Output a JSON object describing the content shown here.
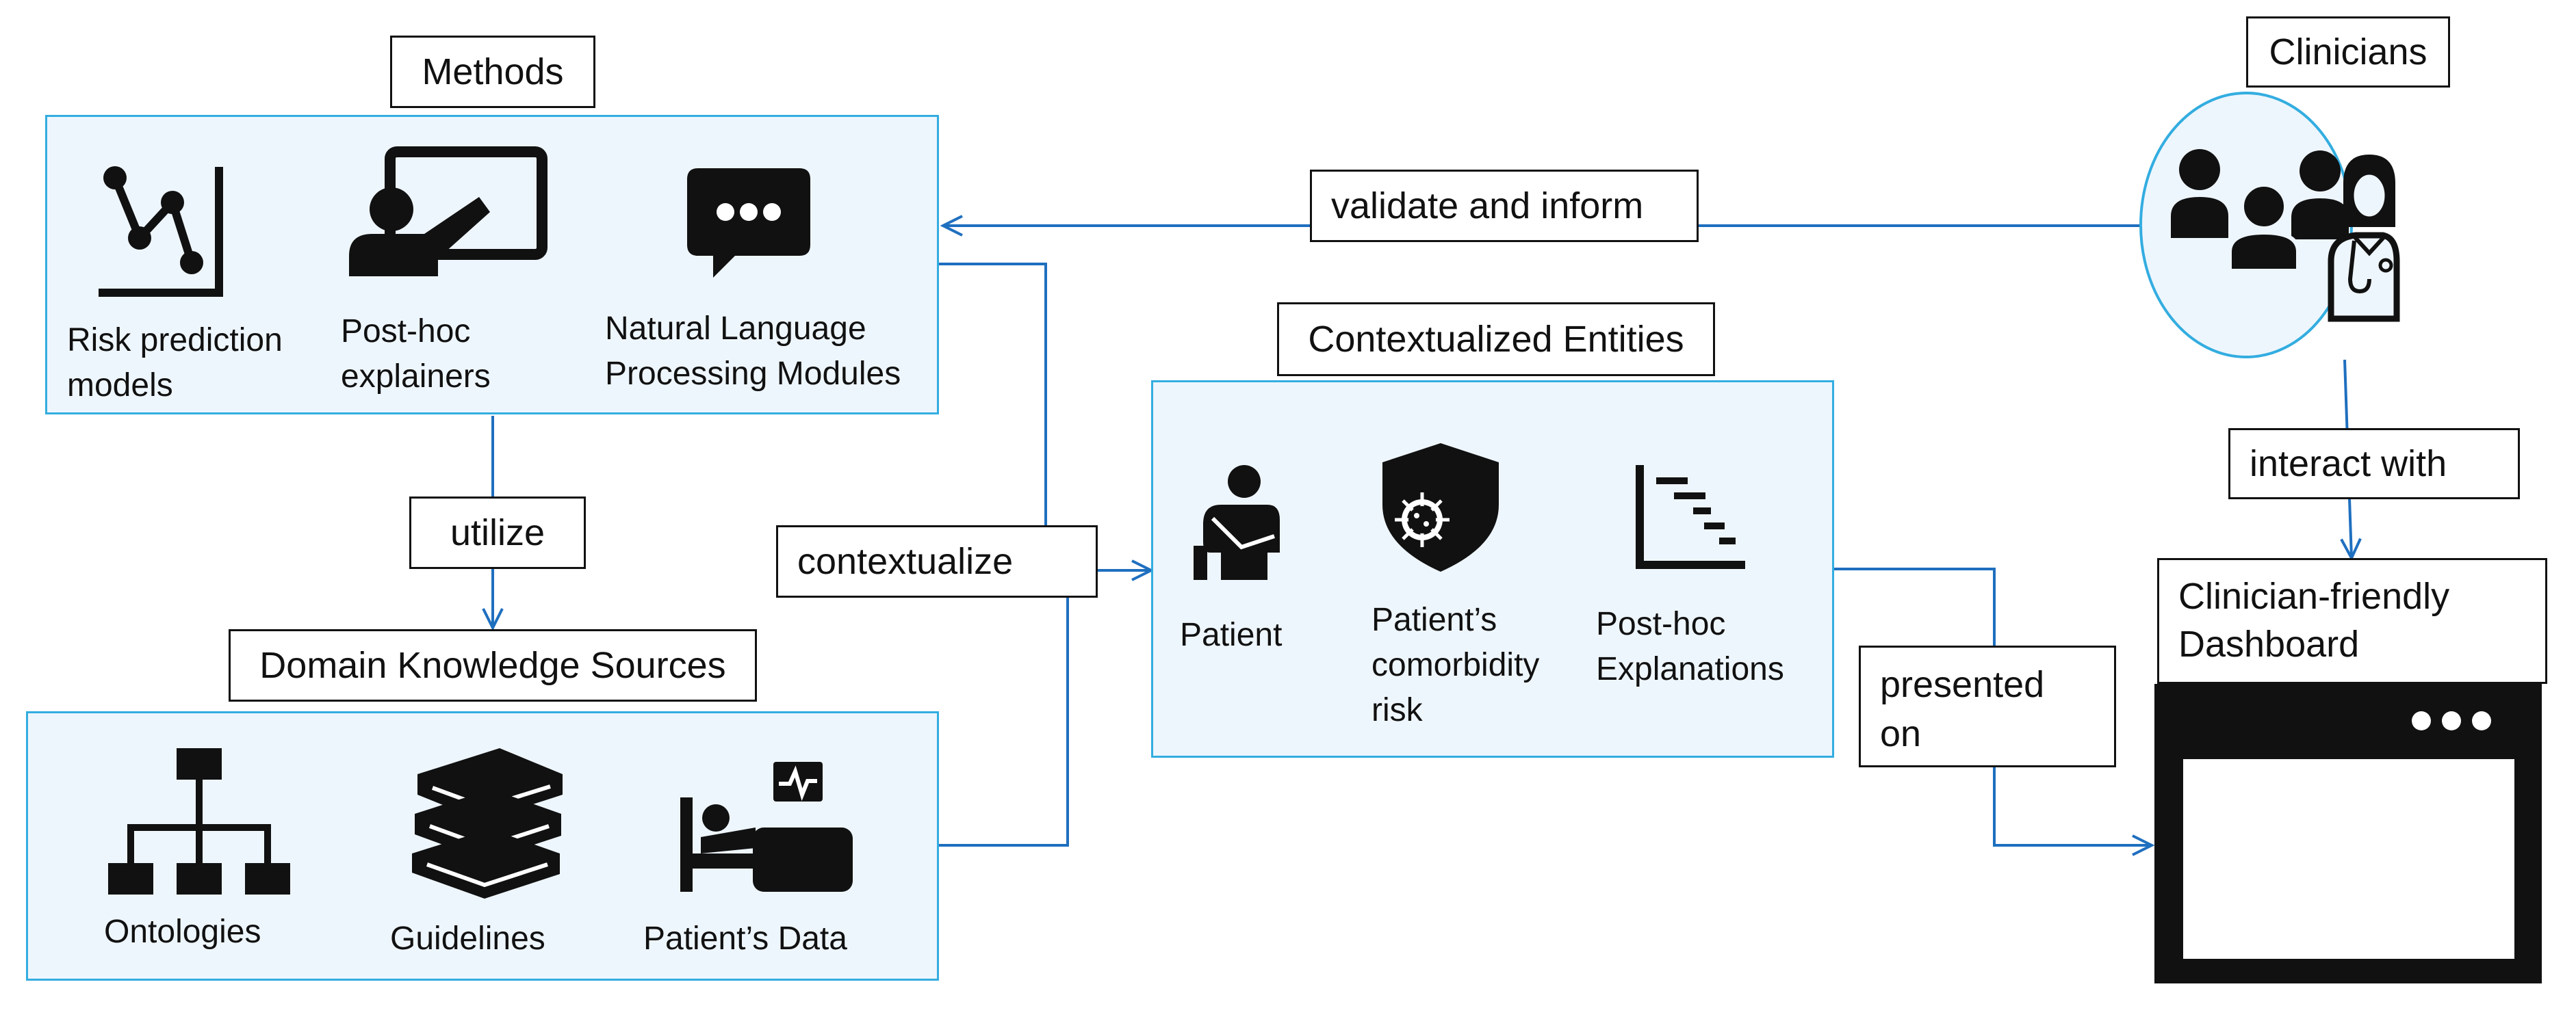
{
  "methods": {
    "title": "Methods",
    "items": [
      {
        "icon": "line-chart-icon",
        "line1": "Risk prediction",
        "line2": "models"
      },
      {
        "icon": "presentation-icon",
        "line1": "Post-hoc",
        "line2": "explainers"
      },
      {
        "icon": "chat-bubble-icon",
        "line1": "Natural Language",
        "line2": "Processing Modules"
      }
    ]
  },
  "knowledge": {
    "title": "Domain Knowledge Sources",
    "items": [
      {
        "icon": "hierarchy-icon",
        "label": "Ontologies"
      },
      {
        "icon": "books-icon",
        "label": "Guidelines"
      },
      {
        "icon": "hospital-bed-icon",
        "label": "Patient’s Data"
      }
    ]
  },
  "entities": {
    "title": "Contextualized Entities",
    "items": [
      {
        "icon": "patient-icon",
        "lines": [
          "Patient"
        ]
      },
      {
        "icon": "virus-shield-icon",
        "lines": [
          "Patient’s",
          "comorbidity",
          "risk"
        ]
      },
      {
        "icon": "waterfall-chart-icon",
        "lines": [
          "Post-hoc",
          "Explanations"
        ]
      }
    ]
  },
  "clinicians": {
    "title": "Clinicians",
    "icon": "clinicians-group-icon"
  },
  "dashboard": {
    "line1": "Clinician-friendly",
    "line2": "Dashboard",
    "icon": "browser-window-icon"
  },
  "edges": {
    "validate": "validate and inform",
    "utilize": "utilize",
    "contextualize": "contextualize",
    "interact": "interact with",
    "presented_line1": "presented",
    "presented_line2": "on"
  },
  "colors": {
    "accent": "#1f6fbf",
    "panel_fill": "#eef6fd",
    "panel_border": "#33ade0",
    "icon": "#111111"
  }
}
